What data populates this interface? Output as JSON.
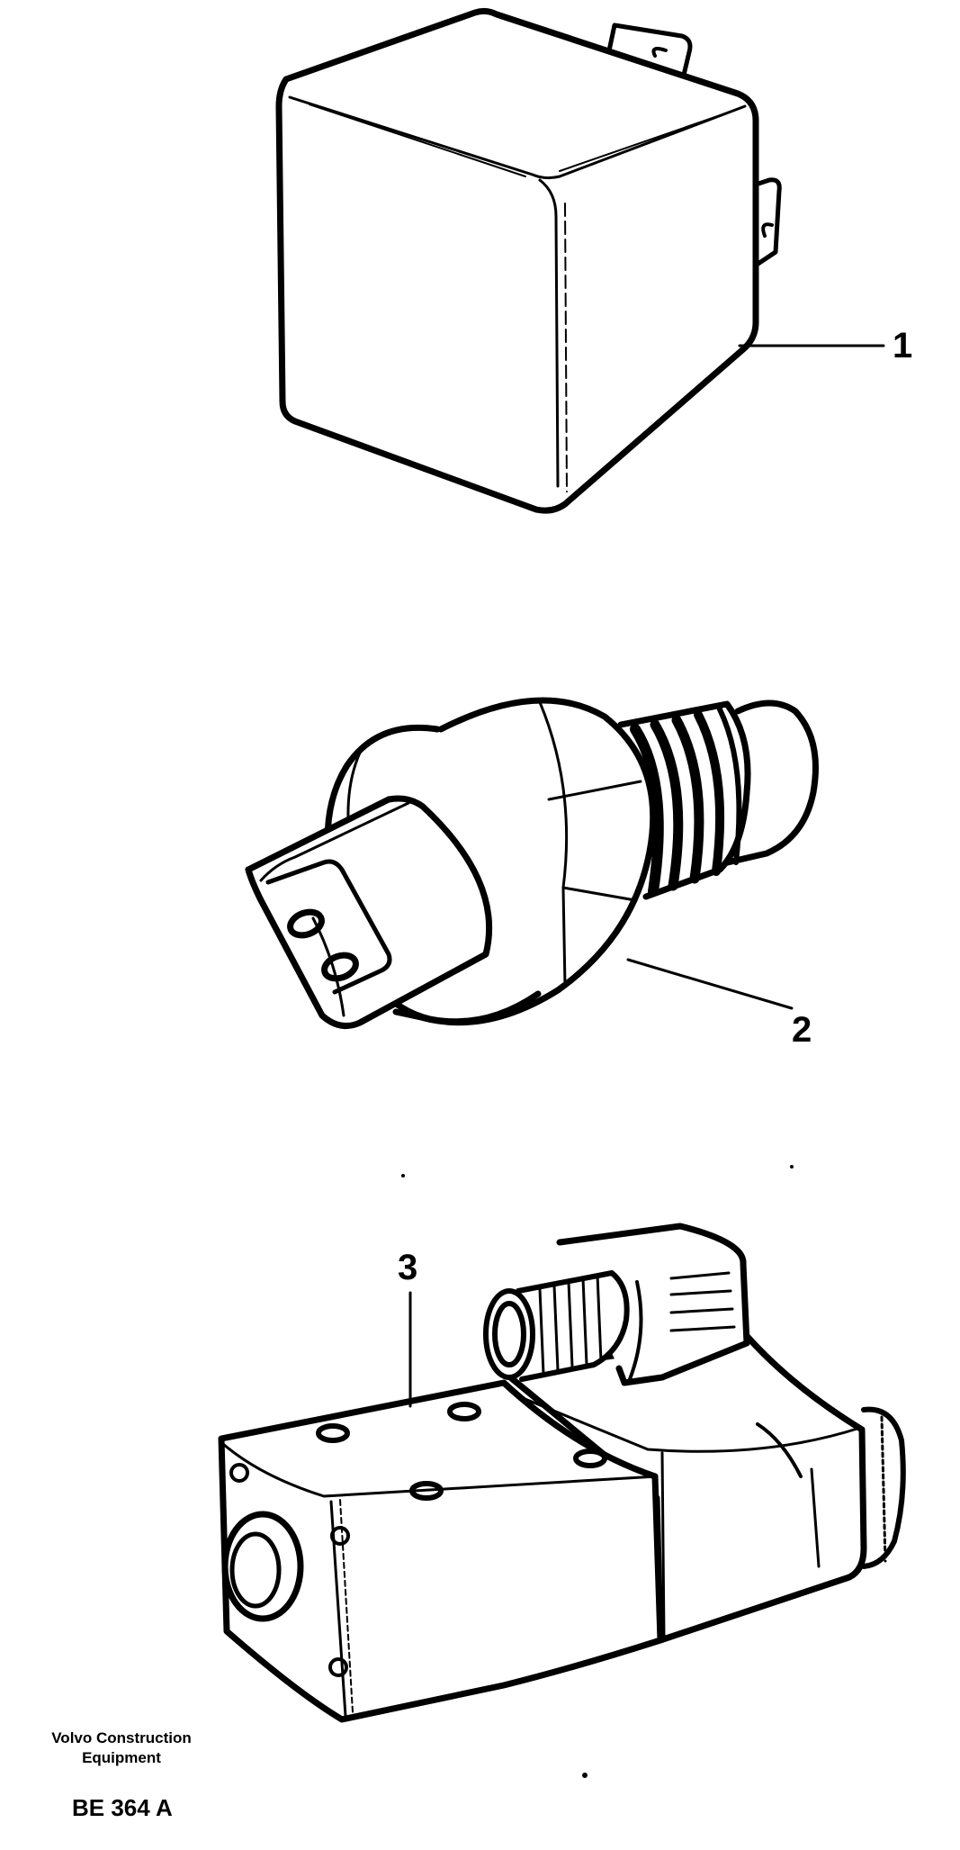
{
  "callouts": {
    "c1": "1",
    "c2": "2",
    "c3": "3"
  },
  "footer": {
    "brand_line1": "Volvo Construction",
    "brand_line2": "Equipment",
    "figure_code": "BE 364 A"
  },
  "parts": [
    {
      "number": "1",
      "icon": "relay-icon"
    },
    {
      "number": "2",
      "icon": "pressure-switch-icon"
    },
    {
      "number": "3",
      "icon": "solenoid-valve-icon"
    }
  ]
}
